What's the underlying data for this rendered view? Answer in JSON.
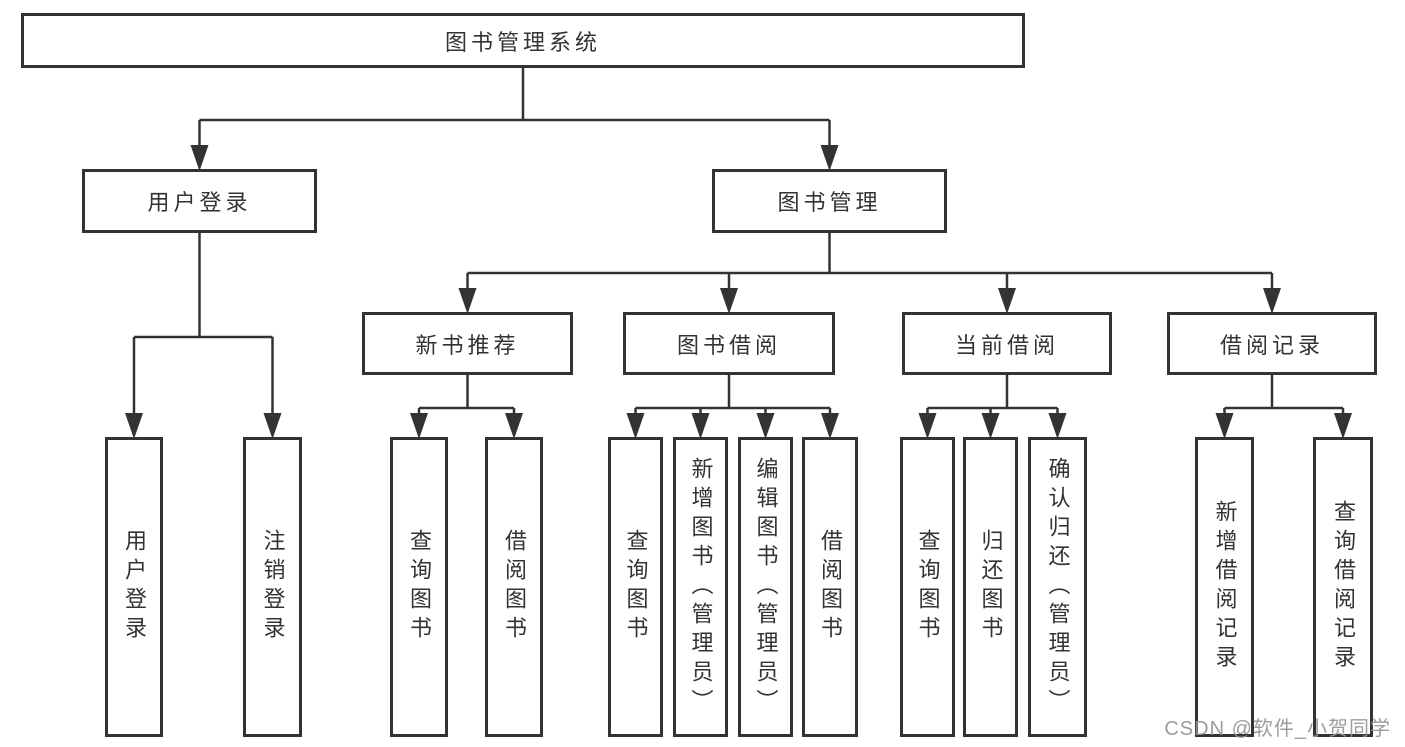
{
  "diagram": {
    "root": {
      "label": "图书管理系统"
    },
    "branches": [
      {
        "label": "用户登录",
        "children": [
          {
            "label": "用户登录"
          },
          {
            "label": "注销登录"
          }
        ]
      },
      {
        "label": "图书管理",
        "children": [
          {
            "label": "新书推荐",
            "children": [
              {
                "label": "查询图书"
              },
              {
                "label": "借阅图书"
              }
            ]
          },
          {
            "label": "图书借阅",
            "children": [
              {
                "label": "查询图书"
              },
              {
                "label": "新增图书（管理员）"
              },
              {
                "label": "编辑图书（管理员）"
              },
              {
                "label": "借阅图书"
              }
            ]
          },
          {
            "label": "当前借阅",
            "children": [
              {
                "label": "查询图书"
              },
              {
                "label": "归还图书"
              },
              {
                "label": "确认归还（管理员）"
              }
            ]
          },
          {
            "label": "借阅记录",
            "children": [
              {
                "label": "新增借阅记录"
              },
              {
                "label": "查询借阅记录"
              }
            ]
          }
        ]
      }
    ]
  },
  "watermark": {
    "text": "CSDN @软件_小贺同学"
  },
  "colors": {
    "line": "#333333",
    "text": "#333333",
    "watermark": "#949494",
    "background": "#ffffff"
  }
}
